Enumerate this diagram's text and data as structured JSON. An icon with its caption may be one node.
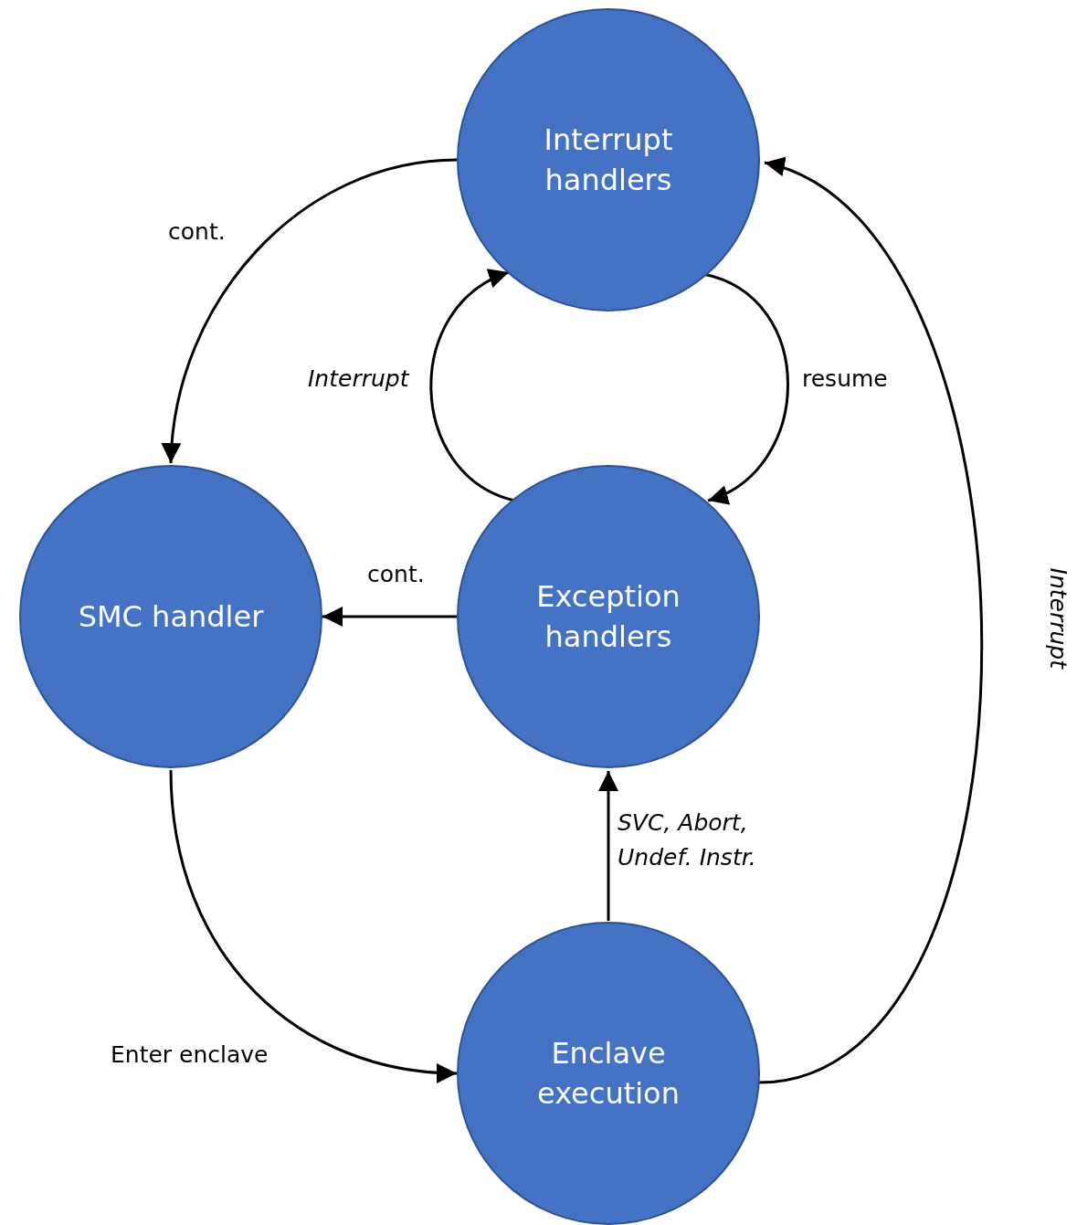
{
  "diagram": {
    "nodes": [
      {
        "text": [
          "Interrupt handlers"
        ]
      },
      {
        "text": [
          "SMC handler"
        ]
      },
      {
        "text": [
          "Exception handlers"
        ]
      },
      {
        "text": [
          "Enclave execution"
        ]
      }
    ],
    "edges": [
      {
        "from": 0,
        "to": 1,
        "arrow": "to",
        "label": "cont."
      },
      {
        "from": 2,
        "to": 0,
        "arrow": "to",
        "label": "Interrupt"
      },
      {
        "from": 0,
        "to": 2,
        "arrow": "to",
        "label": "resume"
      },
      {
        "from": 2,
        "to": 1,
        "arrow": "to",
        "label": "cont."
      },
      {
        "from": 3,
        "to": 2,
        "arrow": "to",
        "label": "SVC, Abort, Undef. Instr."
      },
      {
        "from": 1,
        "to": 3,
        "arrow": "to",
        "label": "Enter enclave"
      },
      {
        "from": 3,
        "to": 0,
        "arrow": "to",
        "label": "Interrupt"
      }
    ]
  }
}
